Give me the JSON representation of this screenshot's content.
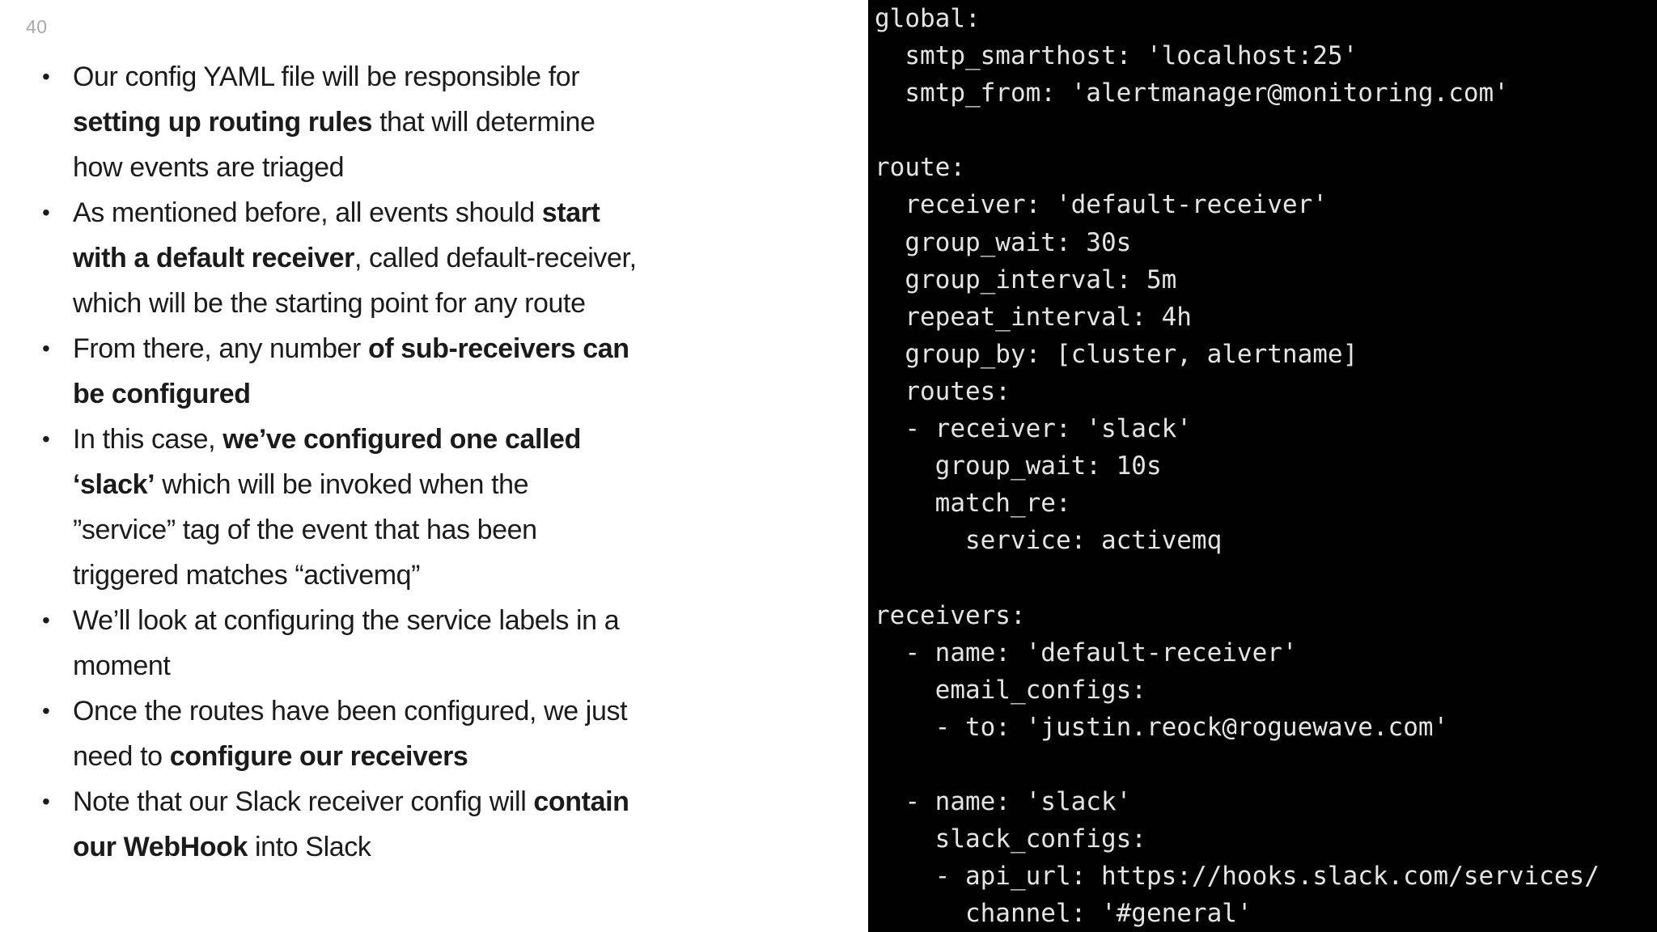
{
  "slide": {
    "number": "40",
    "bullet_char": "•",
    "bullets": [
      {
        "lines": [
          [
            {
              "t": "Our config YAML file will be responsible for",
              "b": false
            }
          ],
          [
            {
              "t": "setting up routing rules",
              "b": true
            },
            {
              "t": " that will determine",
              "b": false
            }
          ],
          [
            {
              "t": "how events are triaged",
              "b": false
            }
          ]
        ]
      },
      {
        "lines": [
          [
            {
              "t": "As mentioned before, all events should ",
              "b": false
            },
            {
              "t": "start",
              "b": true
            }
          ],
          [
            {
              "t": "with a default receiver",
              "b": true
            },
            {
              "t": ", called default-receiver,",
              "b": false
            }
          ],
          [
            {
              "t": "which will be the starting point for any route",
              "b": false
            }
          ]
        ]
      },
      {
        "lines": [
          [
            {
              "t": "From there, any number ",
              "b": false
            },
            {
              "t": "of sub-receivers can",
              "b": true
            }
          ],
          [
            {
              "t": "be configured",
              "b": true
            }
          ]
        ]
      },
      {
        "lines": [
          [
            {
              "t": "In this case, ",
              "b": false
            },
            {
              "t": "we’ve configured one called",
              "b": true
            }
          ],
          [
            {
              "t": "‘slack’",
              "b": true
            },
            {
              "t": " which will be invoked when the",
              "b": false
            }
          ],
          [
            {
              "t": "”service” tag of the event that has been",
              "b": false
            }
          ],
          [
            {
              "t": "triggered matches “activemq”",
              "b": false
            }
          ]
        ]
      },
      {
        "lines": [
          [
            {
              "t": "We’ll look at configuring the service labels in a",
              "b": false
            }
          ],
          [
            {
              "t": "moment",
              "b": false
            }
          ]
        ]
      },
      {
        "lines": [
          [
            {
              "t": "Once the routes have been configured, we just",
              "b": false
            }
          ],
          [
            {
              "t": "need to ",
              "b": false
            },
            {
              "t": "configure our receivers",
              "b": true
            }
          ]
        ]
      },
      {
        "lines": [
          [
            {
              "t": "Note that our Slack receiver config will ",
              "b": false
            },
            {
              "t": "contain",
              "b": true
            }
          ],
          [
            {
              "t": "our WebHook",
              "b": true
            },
            {
              "t": " into Slack",
              "b": false
            }
          ]
        ]
      }
    ]
  },
  "code_panel": {
    "language": "yaml",
    "lines": [
      "global:",
      "  smtp_smarthost: 'localhost:25'",
      "  smtp_from: 'alertmanager@monitoring.com'",
      "",
      "route:",
      "  receiver: 'default-receiver'",
      "  group_wait: 30s",
      "  group_interval: 5m",
      "  repeat_interval: 4h",
      "  group_by: [cluster, alertname]",
      "  routes:",
      "  - receiver: 'slack'",
      "    group_wait: 10s",
      "    match_re:",
      "      service: activemq",
      "",
      "receivers:",
      "  - name: 'default-receiver'",
      "    email_configs:",
      "    - to: 'justin.reock@roguewave.com'",
      "",
      "  - name: 'slack'",
      "    slack_configs:",
      "    - api_url: https://hooks.slack.com/services/",
      "      channel: '#general'"
    ]
  },
  "colors": {
    "slide_background": "#ffffff",
    "slide_text": "#1b1b1b",
    "slide_number": "#a8a8a8",
    "code_background": "#010101",
    "code_text": "#e4e4e4"
  }
}
